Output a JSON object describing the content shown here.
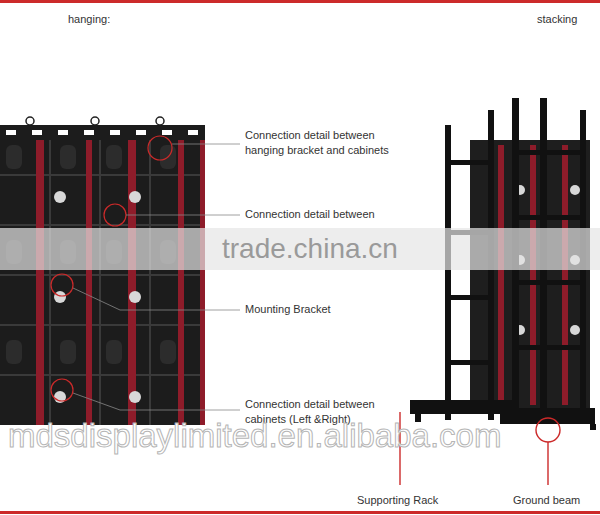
{
  "diagram": {
    "labels": [
      "hanging:",
      "stacking",
      "Connection detail between hanging bracket and cabinets",
      "Connection detail between",
      "Mounting Bracket",
      "Connection detail between cabinets (Left &Right)",
      "Supporting Rack",
      "Ground beam",
      "trade.china.cn",
      "mdsdisplaylimited.en.alibaba.com"
    ]
  }
}
